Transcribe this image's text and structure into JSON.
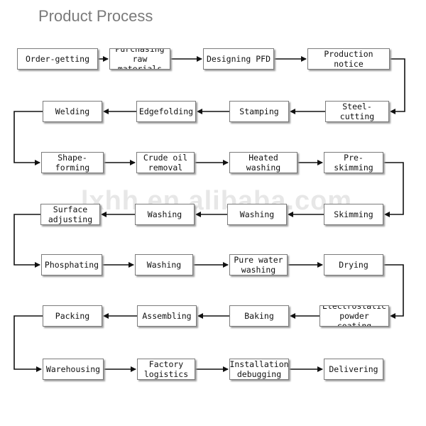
{
  "title": "Product Process",
  "watermark": "lxhh.en.alibaba.com",
  "steps": [
    "Order-getting",
    "Purchasing\nraw materials",
    "Designing PFD",
    "Production notice",
    "Steel-cutting",
    "Stamping",
    "Edgefolding",
    "Welding",
    "Shape-forming",
    "Crude oil\nremoval",
    "Heated washing",
    "Pre-skimming",
    "Skimming",
    "Washing",
    "Washing",
    "Surface\nadjusting",
    "Phosphating",
    "Washing",
    "Pure water\nwashing",
    "Drying",
    "Electrostatic\npowder coating",
    "Baking",
    "Assembling",
    "Packing",
    "Warehousing",
    "Factory\nlogistics",
    "Installation\ndebugging",
    "Delivering"
  ]
}
